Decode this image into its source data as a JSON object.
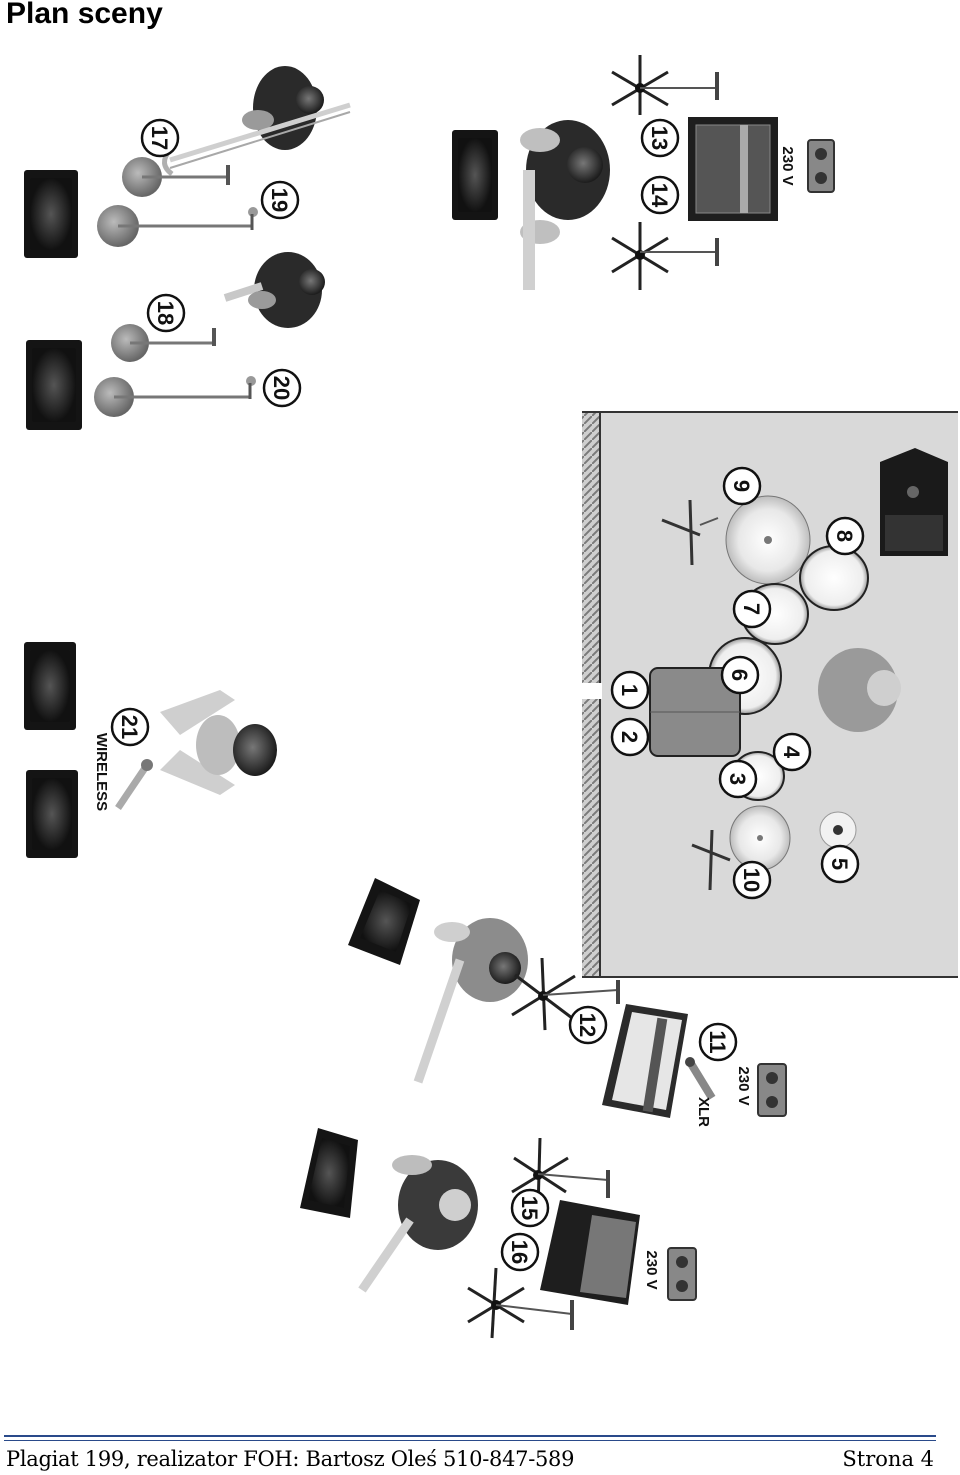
{
  "page": {
    "title": "Plan sceny",
    "footer_left": "Plagiat 199, realizator FOH: Bartosz Oleś 510-847-589",
    "footer_right": "Strona 4"
  },
  "labels": {
    "n1": "1",
    "n2": "2",
    "n3": "3",
    "n4": "4",
    "n5": "5",
    "n6": "6",
    "n7": "7",
    "n8": "8",
    "n9": "9",
    "n10": "10",
    "n11": "11",
    "n12": "12",
    "n13": "13",
    "n14": "14",
    "n15": "15",
    "n16": "16",
    "n17": "17",
    "n18": "18",
    "n19": "19",
    "n20": "20",
    "n21": "21",
    "wireless": "WIRELESS",
    "xlr": "XLR",
    "power_a": "230 V",
    "power_b": "230 V",
    "power_c": "230 V"
  }
}
